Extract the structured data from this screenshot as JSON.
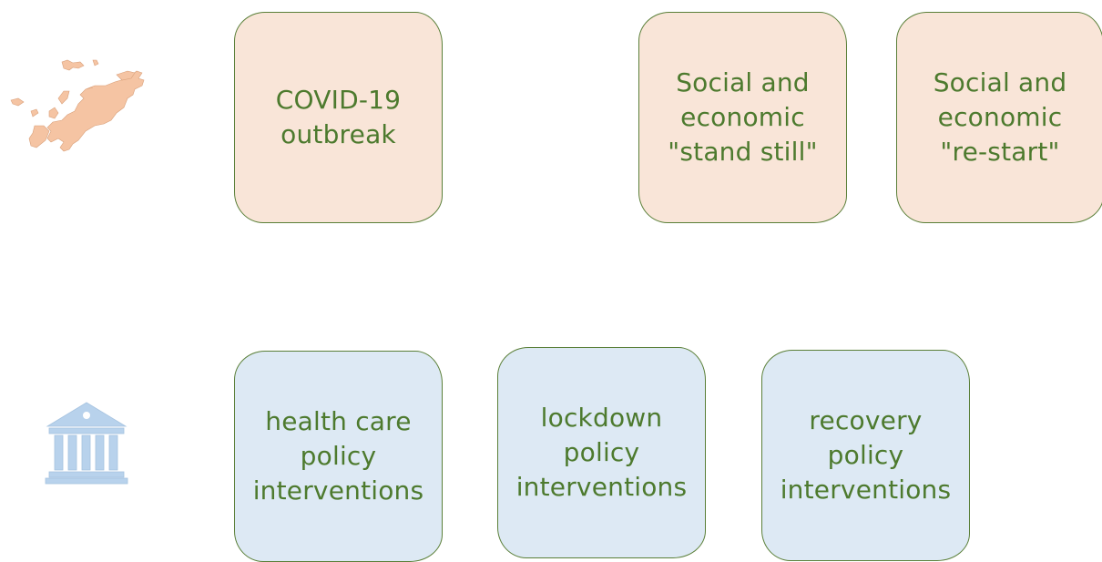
{
  "top_row": {
    "box1": "COVID-19\noutbreak",
    "box2": "Social and\neconomic\n\"stand still\"",
    "box3": "Social and\neconomic\n\"re-start\""
  },
  "bottom_row": {
    "box1": "health care\npolicy\ninterventions",
    "box2": "lockdown\npolicy\ninterventions",
    "box3": "recovery\npolicy\ninterventions"
  },
  "icons": {
    "society": "europe-map-icon",
    "government": "government-building-icon"
  },
  "colors": {
    "society_fill": "#f9e5d8",
    "policy_fill": "#dde9f4",
    "outline_text": "#4d7a2e",
    "europe_icon": "#f5c4a3",
    "building_icon": "#b8d2ec"
  }
}
